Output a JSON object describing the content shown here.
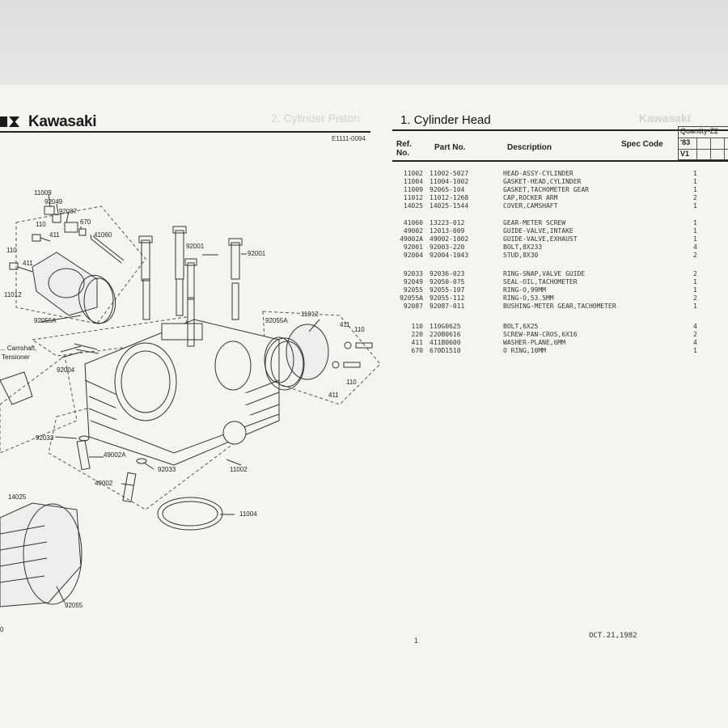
{
  "brand": {
    "name": "Kawasaki"
  },
  "header": {
    "doc_number": "E1111-0094",
    "section_title": "1.  Cylinder Head",
    "col_ref": "Ref.",
    "col_ref2": "No.",
    "col_part": "Part No.",
    "col_desc": "Description",
    "col_spec": "Spec Code",
    "quantity_label": "Quantity-Z2",
    "qty_year": "'83",
    "qty_variant": "V1"
  },
  "ghost_text": {
    "title": "2.  Cylinder Piston",
    "brand": "Kawasaki"
  },
  "parts": [
    {
      "ref": "11002",
      "part": "11002-5027",
      "desc": "HEAD-ASSY-CYLINDER",
      "qty": "1"
    },
    {
      "ref": "11004",
      "part": "11004-1002",
      "desc": "GASKET-HEAD,CYLINDER",
      "qty": "1"
    },
    {
      "ref": "11009",
      "part": "92065-104",
      "desc": "GASKET,TACHOMETER GEAR",
      "qty": "1"
    },
    {
      "ref": "11012",
      "part": "11012-1268",
      "desc": "CAP,ROCKER ARM",
      "qty": "2"
    },
    {
      "ref": "14025",
      "part": "14025-1544",
      "desc": "COVER,CAMSHAFT",
      "qty": "1"
    },
    {
      "ref": "41060",
      "part": "13223-012",
      "desc": "GEAR-METER SCREW",
      "qty": "1"
    },
    {
      "ref": "49002",
      "part": "12013-009",
      "desc": "GUIDE-VALVE,INTAKE",
      "qty": "1"
    },
    {
      "ref": "49002A",
      "part": "49002-1002",
      "desc": "GUIDE-VALVE,EXHAUST",
      "qty": "1"
    },
    {
      "ref": "92001",
      "part": "92003-220",
      "desc": "BOLT,8X233",
      "qty": "4"
    },
    {
      "ref": "92004",
      "part": "92004-1043",
      "desc": "STUD,8X30",
      "qty": "2"
    },
    {
      "ref": "92033",
      "part": "92036-023",
      "desc": "RING-SNAP,VALVE GUIDE",
      "qty": "2"
    },
    {
      "ref": "92049",
      "part": "92050-075",
      "desc": "SEAL-OIL,TACHOMETER",
      "qty": "1"
    },
    {
      "ref": "92055",
      "part": "92055-107",
      "desc": "RING-O,99MM",
      "qty": "1"
    },
    {
      "ref": "92055A",
      "part": "92055-112",
      "desc": "RING-O,53.5MM",
      "qty": "2"
    },
    {
      "ref": "92087",
      "part": "92087-011",
      "desc": "BUSHING-METER GEAR,TACHOMETER",
      "qty": "1"
    },
    {
      "ref": "110",
      "part": "110G0625",
      "desc": "BOLT,6X25",
      "qty": "4"
    },
    {
      "ref": "220",
      "part": "220B0616",
      "desc": "SCREW-PAN-CROS,6X16",
      "qty": "2"
    },
    {
      "ref": "411",
      "part": "411B0600",
      "desc": "WASHER-PLANE,6MM",
      "qty": "4"
    },
    {
      "ref": "670",
      "part": "670D1510",
      "desc": "O RING,10MM",
      "qty": "1"
    }
  ],
  "diagram_labels": {
    "l11009": "11009",
    "l92049": "92049",
    "l92087": "92087",
    "l110a": "110",
    "l411a": "411",
    "l670": "670",
    "l41060": "41060",
    "l110b": "110",
    "l411b": "411",
    "l11012a": "11012",
    "l92055Aa": "92055A",
    "l92001a": "92001",
    "l92001b": "92001",
    "l92055Ab": "92055A",
    "l11012b": "11012",
    "l411c": "411",
    "l110c": "110",
    "l110d": "110",
    "l411d": "411",
    "l92004": "92004",
    "lcam1": "... Camshaft,",
    "lcam2": "Tensioner",
    "l92033a": "92033",
    "l49002A": "49002A",
    "l92033b": "92033",
    "l49002": "49002",
    "l11002": "11002",
    "l14025": "14025",
    "l11004": "11004",
    "l92055": "92055",
    "l0": "0"
  },
  "footer": {
    "page": "1",
    "date": "OCT.21,1982"
  }
}
